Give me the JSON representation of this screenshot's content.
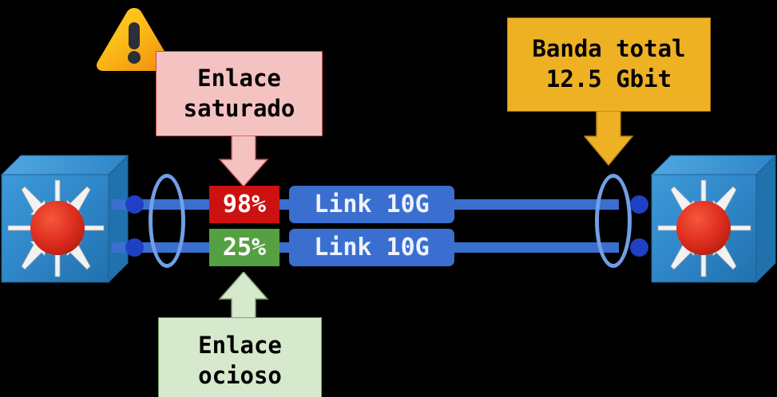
{
  "diagram": {
    "title": "Enlace saturado / Banda total 12.5 Gbit",
    "colors": {
      "background": "#000000",
      "saturated_box": "#f5c2c2",
      "saturated_border": "#c94a4a",
      "bandwidth_box": "#eeb124",
      "bandwidth_border": "#b8821a",
      "idle_box": "#d6e9cc",
      "idle_border": "#7aa068",
      "link_blue": "#3a6fd0",
      "port_dot": "#1f3fc4",
      "lens_outline": "#6f9fe6",
      "badge_red": "#cc1111",
      "badge_green": "#55a043",
      "switch_face": "#2f86c8",
      "switch_core": "#e03020",
      "warning_yellow": "#f6b81a"
    }
  },
  "callouts": {
    "saturated": {
      "line1": "Enlace",
      "line2": "saturado"
    },
    "bandwidth": {
      "line1": "Banda total",
      "line2": "12.5 Gbit"
    },
    "idle": {
      "line1": "Enlace",
      "line2": "ocioso"
    }
  },
  "links": [
    {
      "utilization": "98%",
      "label": "Link 10G",
      "status": "saturated",
      "badge_color": "#cc1111"
    },
    {
      "utilization": "25%",
      "label": "Link 10G",
      "status": "idle",
      "badge_color": "#55a043"
    }
  ],
  "switches": {
    "left": {
      "name": "switch-left"
    },
    "right": {
      "name": "switch-right"
    }
  },
  "icons": {
    "warning": "warning-triangle-icon",
    "lens_left": "link-aggregation-group-icon",
    "lens_right": "link-aggregation-group-icon"
  }
}
